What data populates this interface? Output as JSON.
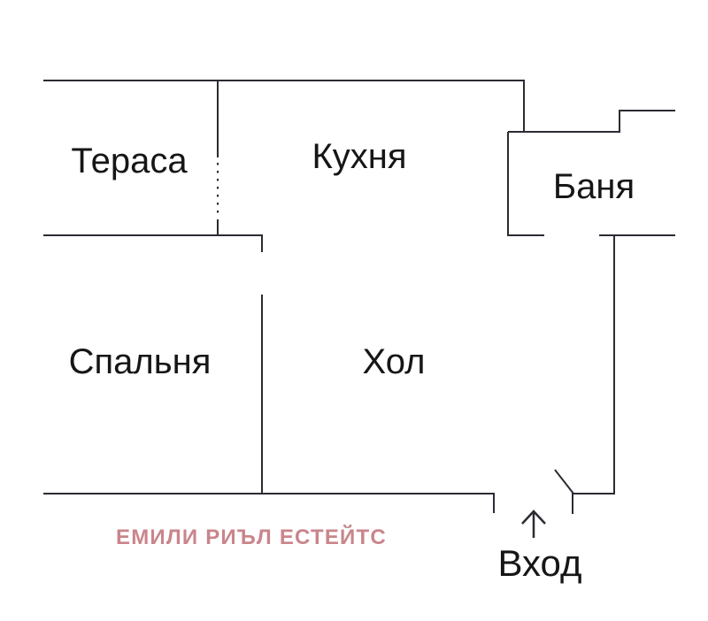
{
  "rooms": {
    "terrace": {
      "label": "Тераса"
    },
    "kitchen": {
      "label": "Кухня"
    },
    "bathroom": {
      "label": "Баня"
    },
    "bedroom": {
      "label": "Спальня"
    },
    "hall": {
      "label": "Хол"
    }
  },
  "entrance": {
    "label": "Вход",
    "arrow_icon": "arrow-up-icon"
  },
  "watermark": {
    "text": "ЕМИЛИ РИЪЛ ЕСТЕЙТС",
    "color": "#c9858b"
  },
  "colors": {
    "wall": "#2b2b33",
    "label": "#161616",
    "background": "#ffffff"
  }
}
